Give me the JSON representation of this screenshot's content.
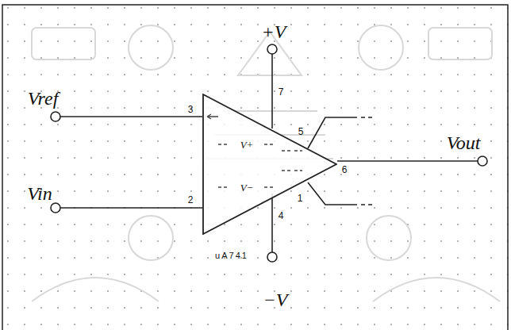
{
  "diagram": {
    "nodes": [
      {
        "text": [
          "V+",
          "V−"
        ]
      }
    ],
    "labels": [
      "+V",
      "−V",
      "Vref",
      "Vin",
      "Vout",
      "3",
      "2",
      "7",
      "4",
      "6",
      "5",
      "1",
      "uA741"
    ]
  }
}
